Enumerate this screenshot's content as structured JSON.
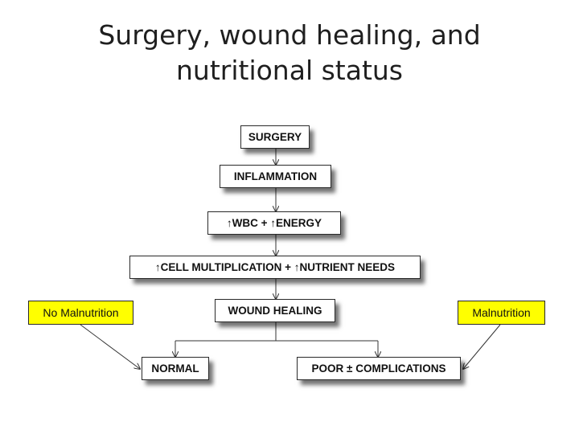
{
  "title": {
    "line1": "Surgery, wound healing, and",
    "line2": "nutritional status"
  },
  "nodes": {
    "surgery": "SURGERY",
    "inflammation": "INFLAMMATION",
    "wbc_energy": "↑WBC + ↑ENERGY",
    "cell_multiplication": "↑CELL MULTIPLICATION + ↑NUTRIENT NEEDS",
    "wound_healing": "WOUND HEALING",
    "normal": "NORMAL",
    "poor": "POOR ± COMPLICATIONS"
  },
  "conditions": {
    "no_malnutrition": "No Malnutrition",
    "malnutrition": "Malnutrition"
  },
  "colors": {
    "condition_fill": "#ffff00",
    "box_fill": "#ffffff"
  }
}
